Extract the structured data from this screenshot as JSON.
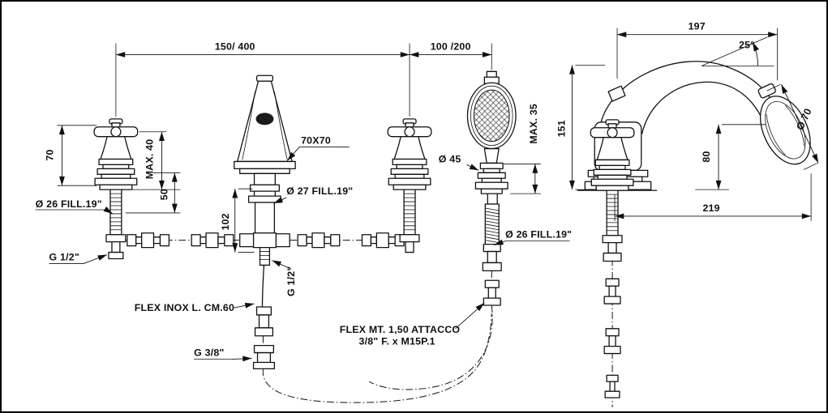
{
  "page": {
    "colors": {
      "ink": "#111111",
      "sheet": "#ffffff"
    }
  },
  "drawing": {
    "labels": {
      "dim_span_left": "150/ 400",
      "dim_span_mid": "100 /200",
      "dim_handle_height": "70",
      "dim_max_deck_handle": "MAX. 40",
      "dim_under_handle": "50",
      "thread_handle": "Ø 26 FILL.19\"",
      "inlet_handle": "G 1/2\"",
      "spout_base": "70X70",
      "thread_spout": "Ø 27 FILL.19\"",
      "dim_spout_under": "102",
      "inlet_spout": "G 1/2\"",
      "flex_spout": "FLEX INOX L. CM.60",
      "flex_thread": "G 3/8\"",
      "dia_holder": "Ø 45",
      "dim_max_deck_shower": "MAX. 35",
      "thread_shower": "Ø 26 FILL.19\"",
      "flex_shower_1": "FLEX MT. 1,50 ATTACCO",
      "flex_shower_2": "3/8\" F. x M15P.1",
      "dim_side_width": "197",
      "dim_side_angle": "25°",
      "dim_side_height": "151",
      "dim_side_head_height": "80",
      "dia_head": "Ø 70",
      "dim_side_reach": "219"
    }
  }
}
